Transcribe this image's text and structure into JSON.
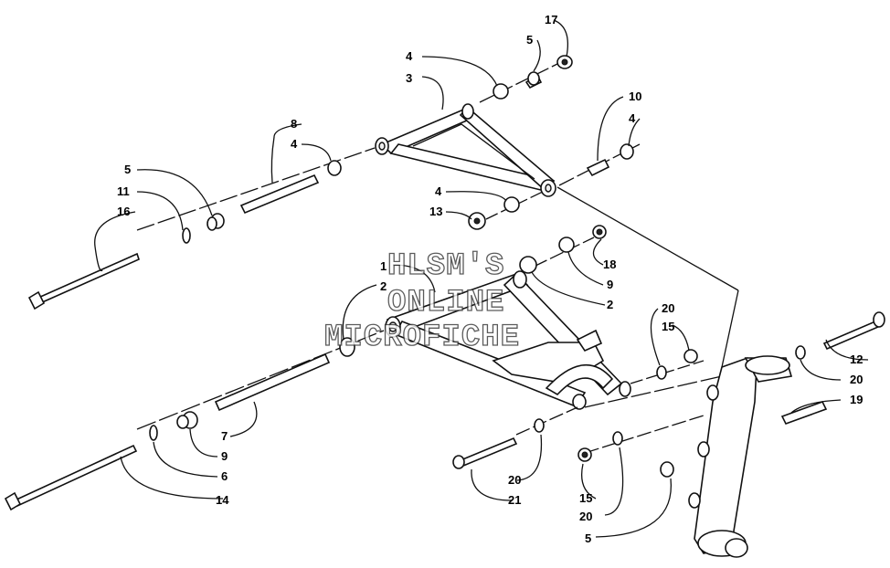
{
  "diagram": {
    "labels": [
      {
        "id": "l17",
        "text": "17"
      },
      {
        "id": "l5a",
        "text": "5"
      },
      {
        "id": "l4a",
        "text": "4"
      },
      {
        "id": "l3",
        "text": "3"
      },
      {
        "id": "l10",
        "text": "10"
      },
      {
        "id": "l4b",
        "text": "4"
      },
      {
        "id": "l8",
        "text": "8"
      },
      {
        "id": "l4c",
        "text": "4"
      },
      {
        "id": "l5b",
        "text": "5"
      },
      {
        "id": "l11",
        "text": "11"
      },
      {
        "id": "l16",
        "text": "16"
      },
      {
        "id": "l4d",
        "text": "4"
      },
      {
        "id": "l13",
        "text": "13"
      },
      {
        "id": "l18",
        "text": "18"
      },
      {
        "id": "l9a",
        "text": "9"
      },
      {
        "id": "l2a",
        "text": "2"
      },
      {
        "id": "l1",
        "text": "1"
      },
      {
        "id": "l2b",
        "text": "2"
      },
      {
        "id": "l20a",
        "text": "20"
      },
      {
        "id": "l15a",
        "text": "15"
      },
      {
        "id": "l12",
        "text": "12"
      },
      {
        "id": "l20b",
        "text": "20"
      },
      {
        "id": "l19",
        "text": "19"
      },
      {
        "id": "l7",
        "text": "7"
      },
      {
        "id": "l9b",
        "text": "9"
      },
      {
        "id": "l6",
        "text": "6"
      },
      {
        "id": "l14",
        "text": "14"
      },
      {
        "id": "l20c",
        "text": "20"
      },
      {
        "id": "l21",
        "text": "21"
      },
      {
        "id": "l15b",
        "text": "15"
      },
      {
        "id": "l20d",
        "text": "20"
      },
      {
        "id": "l5c",
        "text": "5"
      }
    ],
    "watermark": [
      "HLSM'S",
      "ONLINE",
      "MICROFICHE"
    ]
  }
}
